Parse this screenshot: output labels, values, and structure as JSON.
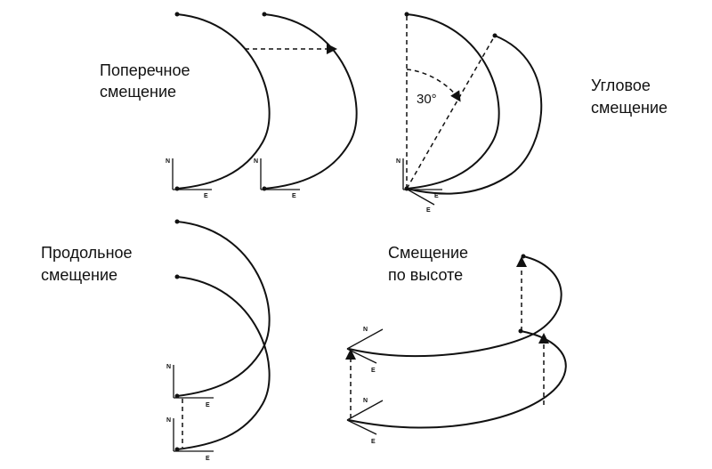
{
  "labels": {
    "lateral_line1": "Поперечное",
    "lateral_line2": "смещение",
    "angular_line1": "Угловое",
    "angular_line2": "смещение",
    "longitudinal_line1": "Продольное",
    "longitudinal_line2": "смещение",
    "vertical_line1": "Смещение",
    "vertical_line2": "по высоте"
  },
  "angle_label": "30°",
  "axis_labels": {
    "north": "N",
    "east": "E"
  }
}
